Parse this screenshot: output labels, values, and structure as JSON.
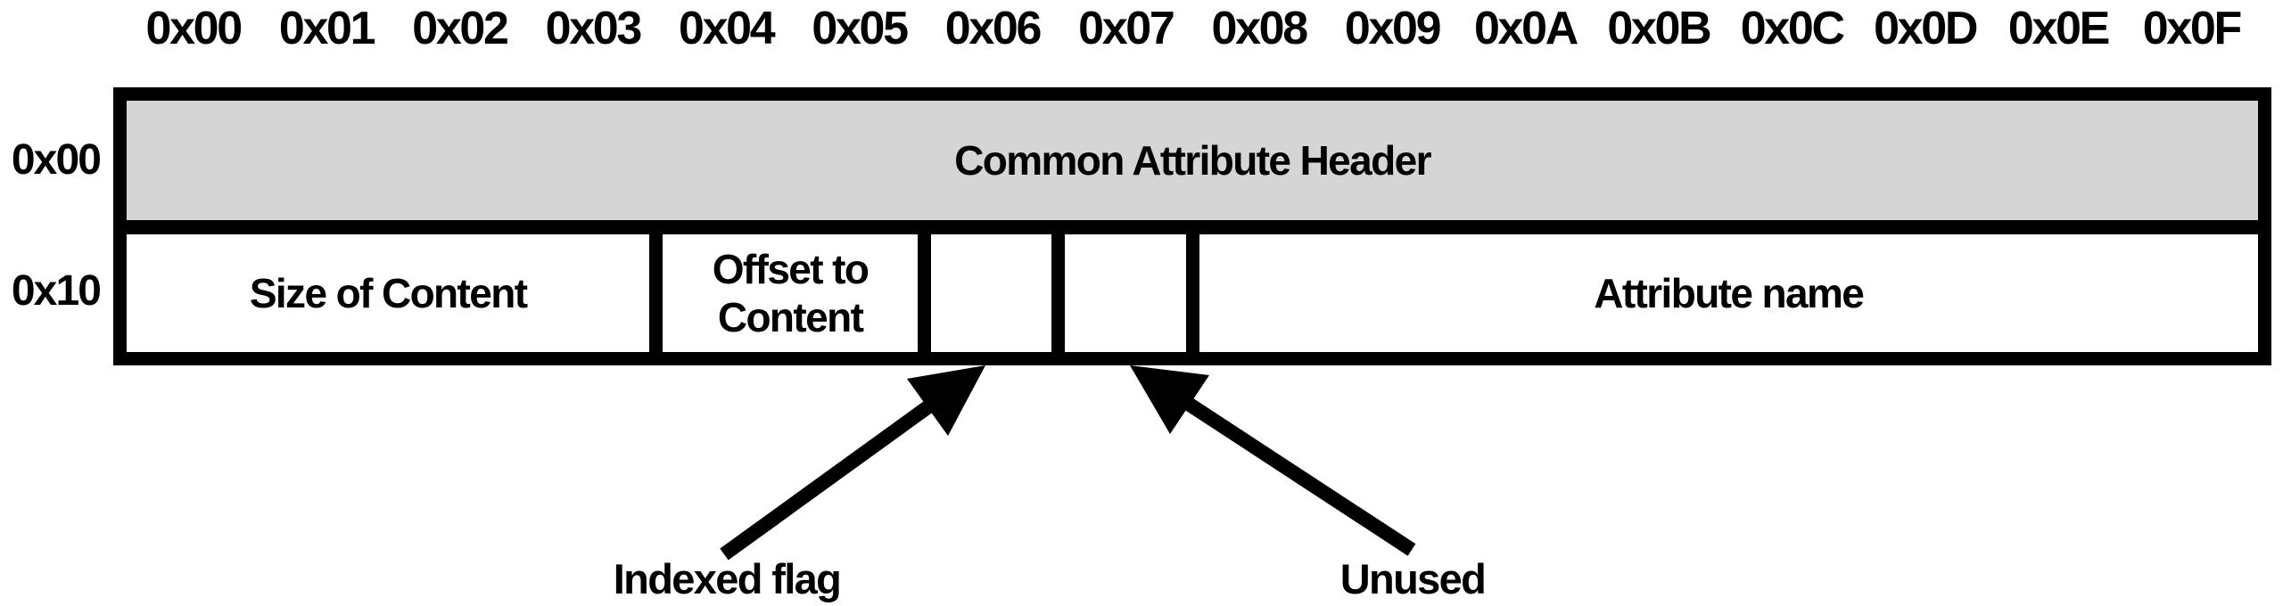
{
  "byte_grid": {
    "column_headers": [
      "0x00",
      "0x01",
      "0x02",
      "0x03",
      "0x04",
      "0x05",
      "0x06",
      "0x07",
      "0x08",
      "0x09",
      "0x0A",
      "0x0B",
      "0x0C",
      "0x0D",
      "0x0E",
      "0x0F"
    ],
    "row_labels": [
      "0x00",
      "0x10"
    ],
    "rows": [
      {
        "offset": "0x00",
        "cells": [
          {
            "label": "Common Attribute Header",
            "span": 16,
            "bytes": "0x00-0x0F"
          }
        ]
      },
      {
        "offset": "0x10",
        "cells": [
          {
            "label": "Size of Content",
            "span": 4,
            "bytes": "0x00-0x03"
          },
          {
            "label": "Offset to Content",
            "span": 2,
            "bytes": "0x04-0x05"
          },
          {
            "label": "",
            "span": 1,
            "bytes": "0x06"
          },
          {
            "label": "",
            "span": 1,
            "bytes": "0x07"
          },
          {
            "label": "Attribute name",
            "span": 8,
            "bytes": "0x08-0x0F"
          }
        ]
      }
    ],
    "annotations": [
      {
        "label": "Indexed flag",
        "points_to": "0x06"
      },
      {
        "label": "Unused",
        "points_to": "0x07"
      }
    ],
    "colors": {
      "border": "#000000",
      "header_fill": "#d5d5d5",
      "cell_fill": "#ffffff",
      "text": "#000000",
      "background": "#ffffff"
    }
  }
}
